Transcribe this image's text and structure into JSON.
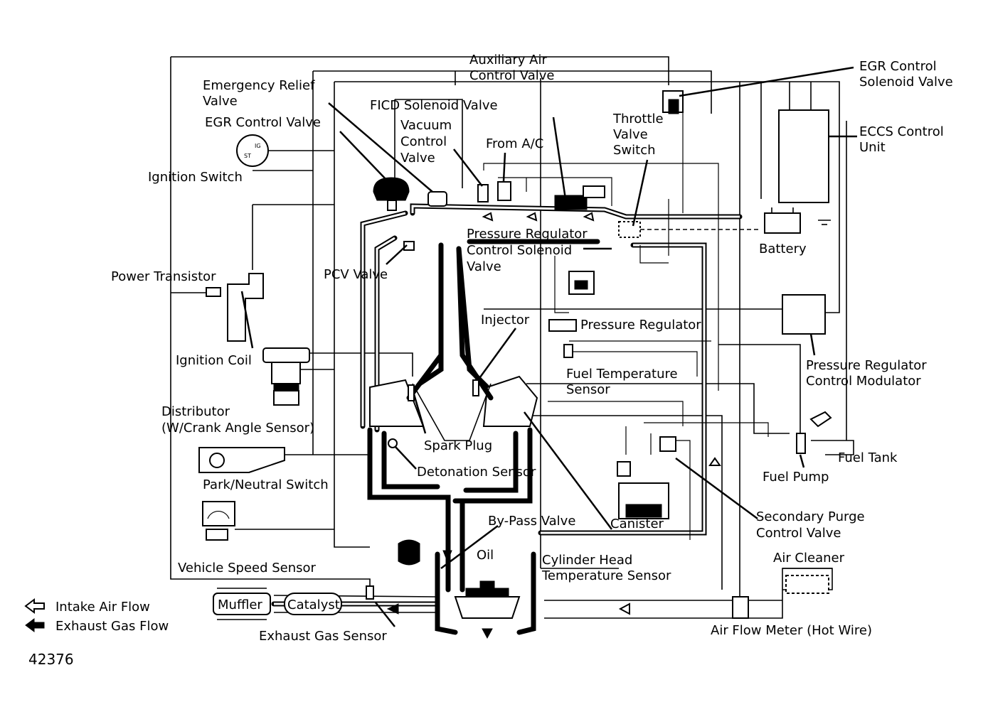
{
  "figure_id": "42376",
  "labels": {
    "auxiliary_air_control_valve": [
      "Auxiliary Air",
      "Control Valve"
    ],
    "egr_control_solenoid_valve": [
      "EGR Control",
      "Solenoid Valve"
    ],
    "emergency_relief_valve": [
      "Emergency Relief",
      "Valve"
    ],
    "ficd_solenoid_valve": "FICD Solenoid Valve",
    "egr_control_valve": "EGR Control Valve",
    "vacuum_control_valve": [
      "Vacuum",
      "Control",
      "Valve"
    ],
    "from_ac": "From A/C",
    "throttle_valve_switch": [
      "Throttle",
      "Valve",
      "Switch"
    ],
    "eccs_control_unit": [
      "ECCS Control",
      "Unit"
    ],
    "ignition_switch": "Ignition Switch",
    "ignition_switch_ig": "IG",
    "ignition_switch_st": "ST",
    "pressure_regulator_control_solenoid_valve": [
      "Pressure Regulator",
      "Control Solenoid",
      "Valve"
    ],
    "battery": "Battery",
    "pcv_valve": "PCV Valve",
    "power_transistor": "Power Transistor",
    "injector": "Injector",
    "pressure_regulator": "Pressure Regulator",
    "ignition_coil": "Ignition Coil",
    "pressure_regulator_control_modulator": [
      "Pressure Regulator",
      "Control Modulator"
    ],
    "fuel_temperature_sensor": [
      "Fuel Temperature",
      "Sensor"
    ],
    "distributor": [
      "Distributor",
      "(W/Crank Angle Sensor)"
    ],
    "spark_plug": "Spark Plug",
    "fuel_tank": "Fuel Tank",
    "detonation_sensor": "Detonation Sensor",
    "fuel_pump": "Fuel Pump",
    "park_neutral_switch": "Park/Neutral Switch",
    "secondary_purge_control_valve": [
      "Secondary Purge",
      "Control Valve"
    ],
    "by_pass_valve": "By-Pass Valve",
    "canister": "Canister",
    "oil": "Oil",
    "cylinder_head_temperature_sensor": [
      "Cylinder Head",
      "Temperature Sensor"
    ],
    "air_cleaner": "Air Cleaner",
    "vehicle_speed_sensor": "Vehicle Speed Sensor",
    "muffler": "Muffler",
    "catalyst": "Catalyst",
    "exhaust_gas_sensor": "Exhaust Gas Sensor",
    "air_flow_meter": "Air Flow Meter (Hot Wire)"
  },
  "legend": {
    "intake_air_flow": "Intake Air Flow",
    "exhaust_gas_flow": "Exhaust Gas Flow"
  }
}
